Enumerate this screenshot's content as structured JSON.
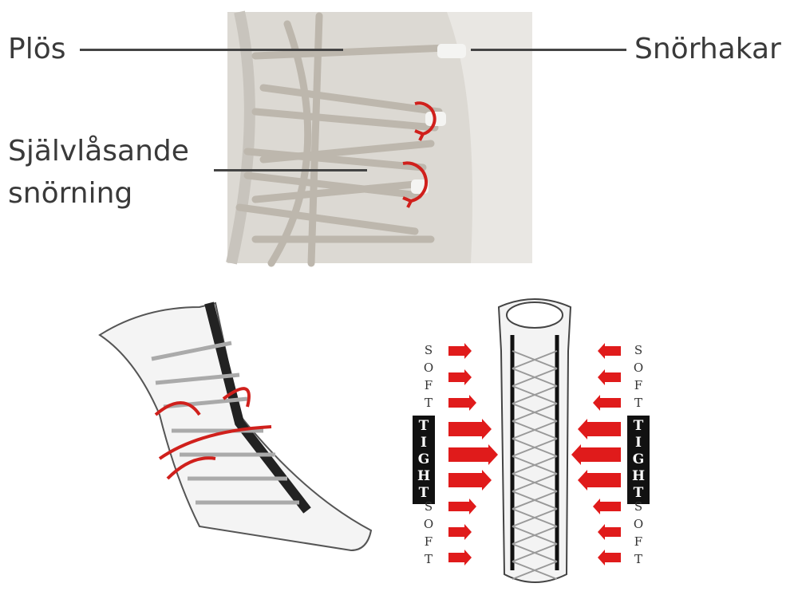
{
  "photo_labels": {
    "tongue": "Plös",
    "hooks": "Snörhakar",
    "self_locking_line1": "Självlåsande",
    "self_locking_line2": "snörning"
  },
  "tension_chart": {
    "soft_label": "SOFT",
    "tight_label": "TIGHT",
    "arrow_strengths": [
      "soft",
      "soft",
      "soft",
      "tight",
      "tight",
      "tight",
      "soft",
      "soft",
      "soft"
    ]
  },
  "colors": {
    "arrow": "#e01b1b",
    "photo_bg": "#dcd9d3",
    "label": "#3a3a3a"
  }
}
